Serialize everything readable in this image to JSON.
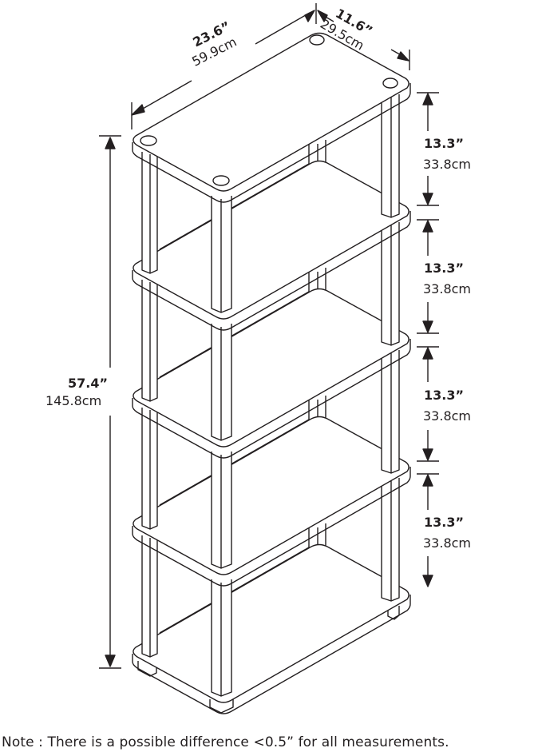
{
  "dimensions": {
    "width": {
      "inches": "23.6”",
      "cm": "59.9cm"
    },
    "depth": {
      "inches": "11.6”",
      "cm": "29.5cm"
    },
    "height": {
      "inches": "57.4”",
      "cm": "145.8cm"
    },
    "shelf_spacing": [
      {
        "inches": "13.3”",
        "cm": "33.8cm"
      },
      {
        "inches": "13.3”",
        "cm": "33.8cm"
      },
      {
        "inches": "13.3”",
        "cm": "33.8cm"
      },
      {
        "inches": "13.3”",
        "cm": "33.8cm"
      }
    ]
  },
  "note": "Note : There is a possible difference <0.5” for all measurements.",
  "colors": {
    "line": "#231f20",
    "background": "#ffffff"
  }
}
